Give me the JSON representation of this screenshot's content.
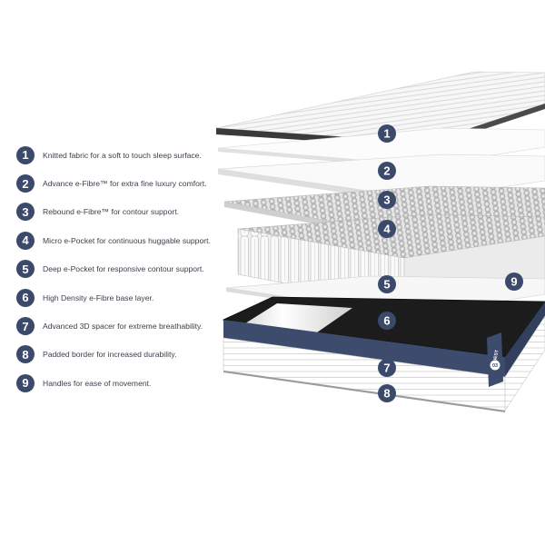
{
  "colors": {
    "badge": "#3b4a6b",
    "badge_text": "#ffffff",
    "legend_text": "#3a3f4a",
    "cover_navy": "#3d4b6d"
  },
  "legend": [
    {
      "number": "1",
      "text": "Knitted fabric for a soft to touch sleep surface."
    },
    {
      "number": "2",
      "text": "Advance e-Fibre™ for extra fine luxury comfort."
    },
    {
      "number": "3",
      "text": "Rebound e-Fibre™ for contour support."
    },
    {
      "number": "4",
      "text": "Micro e-Pocket for continuous huggable support."
    },
    {
      "number": "5",
      "text": "Deep e-Pocket for responsive contour support."
    },
    {
      "number": "6",
      "text": "High Density e-Fibre base layer."
    },
    {
      "number": "7",
      "text": "Advanced 3D spacer for extreme breathability."
    },
    {
      "number": "8",
      "text": "Padded border for increased durability."
    },
    {
      "number": "9",
      "text": "Handles for ease of movement."
    }
  ],
  "layer_markers": [
    "1",
    "2",
    "3",
    "4",
    "5",
    "6",
    "7",
    "8",
    "9"
  ],
  "brand_label": {
    "name": "QUEST",
    "badge_number": "03"
  }
}
